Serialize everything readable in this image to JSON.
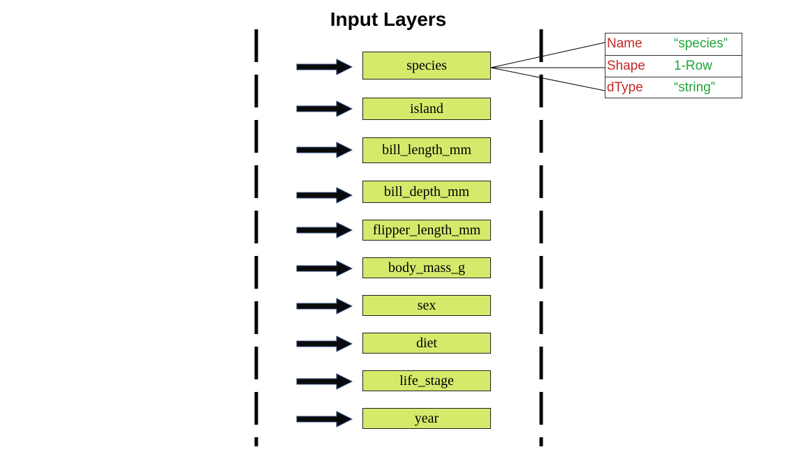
{
  "title": "Input Layers",
  "layers": [
    {
      "label": "species"
    },
    {
      "label": "island"
    },
    {
      "label": "bill_length_mm"
    },
    {
      "label": "bill_depth_mm"
    },
    {
      "label": "flipper_length_mm"
    },
    {
      "label": "body_mass_g"
    },
    {
      "label": "sex"
    },
    {
      "label": "diet"
    },
    {
      "label": "life_stage"
    },
    {
      "label": "year"
    }
  ],
  "detail": {
    "rows": [
      {
        "key": "Name",
        "value": "“species”"
      },
      {
        "key": "Shape",
        "value": "1-Row"
      },
      {
        "key": "dType",
        "value": "“string”"
      }
    ]
  },
  "colors": {
    "box_fill": "#d4ea6b",
    "key_text": "#c62828",
    "value_text": "#1fa53a"
  }
}
